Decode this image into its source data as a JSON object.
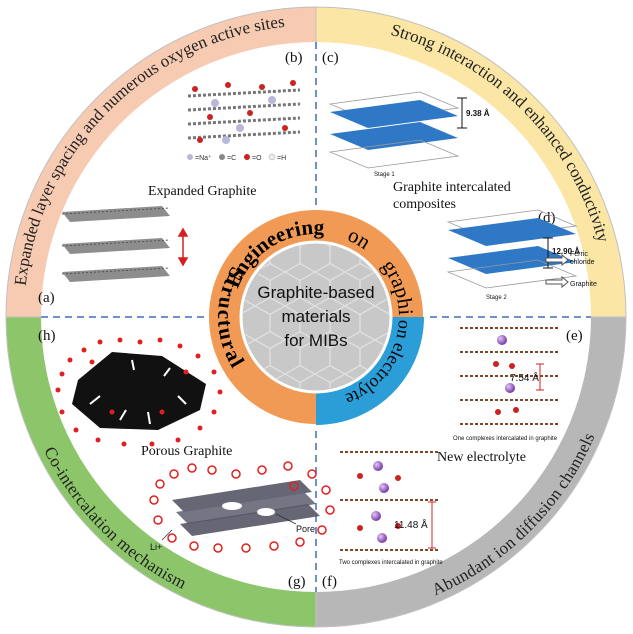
{
  "colors": {
    "q1": "#f6cbb2",
    "q2": "#fbe6a5",
    "q3": "#b7b7b7",
    "q4": "#8dc66a",
    "inner_orange": "#f19a55",
    "inner_blue": "#2b9ed8",
    "center": "#c8c8c8",
    "divider": "#3f6fb5"
  },
  "outer_ring": {
    "q1": "Expanded layer spacing and numerous oxygen active sites",
    "q2": "Strong interaction and enhanced conductivity",
    "q3": "Co-intercalation mechanism",
    "q4": "Abundant ion diffusion channels"
  },
  "inner_ring": {
    "w1": "Structural",
    "w2": "Engineering",
    "w3": "on",
    "w4": "graphite",
    "electrolyte": "on electrolyte"
  },
  "center": {
    "line1": "Graphite-based",
    "line2": "materials",
    "line3": "for MIBs"
  },
  "panels": {
    "a": "(a)",
    "b": "(b)",
    "c": "(c)",
    "d": "(d)",
    "e": "(e)",
    "f": "(f)",
    "g": "(g)",
    "h": "(h)"
  },
  "captions": {
    "expanded": "Expanded Graphite",
    "gic_line1": "Graphite intercalated",
    "gic_line2": "composites",
    "porous": "Porous Graphite",
    "new_electrolyte": "New electrolyte"
  },
  "figure_text": {
    "legend_na": "=Na⁺",
    "legend_c": "=C",
    "legend_o": "=O",
    "legend_h": "=H",
    "spacing_c": "9.38 Å",
    "stage1": "Stage 1",
    "spacing_d": "12.90 Å",
    "stage2": "Stage 2",
    "ferric1": "Ferric",
    "ferric2": "chloride",
    "graphite": "Graphite",
    "spacing_e": "7.54 Å",
    "complex_e": "One complexes intercalated in graphite",
    "spacing_f": "11.48 Å",
    "complex_f": "Two complexes intercalated in graphite",
    "li": "Li+",
    "pore": "Pore"
  }
}
